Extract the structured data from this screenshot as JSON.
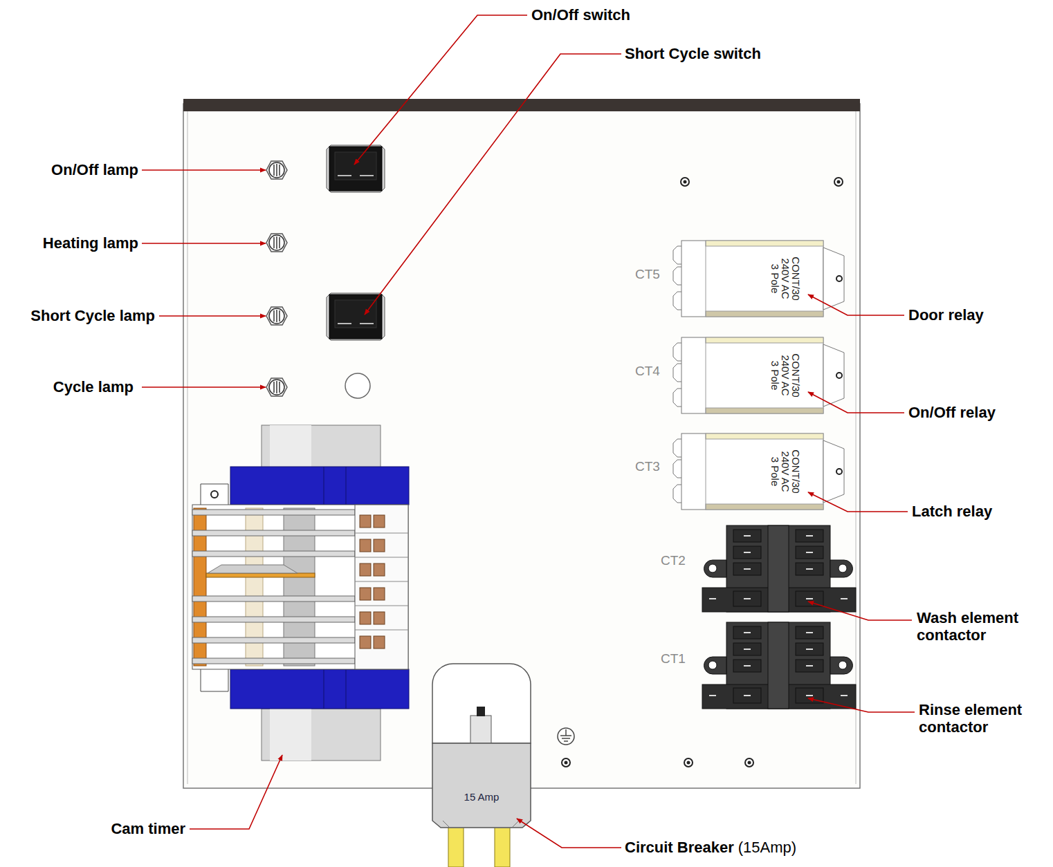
{
  "diagram": {
    "labels": [
      "On/Off switch",
      "Short Cycle switch",
      "On/Off lamp",
      "Heating lamp",
      "Short Cycle lamp",
      "Cycle lamp",
      "CT5",
      "CONT/30 240V AC 3 Pole",
      "Door relay",
      "CT4",
      "CONT/30 240V AC 3 Pole",
      "On/Off relay",
      "CT3",
      "CONT/30 240V AC 3 Pole",
      "Latch relay",
      "CT2",
      "Wash element contactor",
      "CT1",
      "Rinse element contactor",
      "Cam timer",
      "15 Amp",
      "Circuit Breaker",
      "(15Amp)"
    ]
  }
}
